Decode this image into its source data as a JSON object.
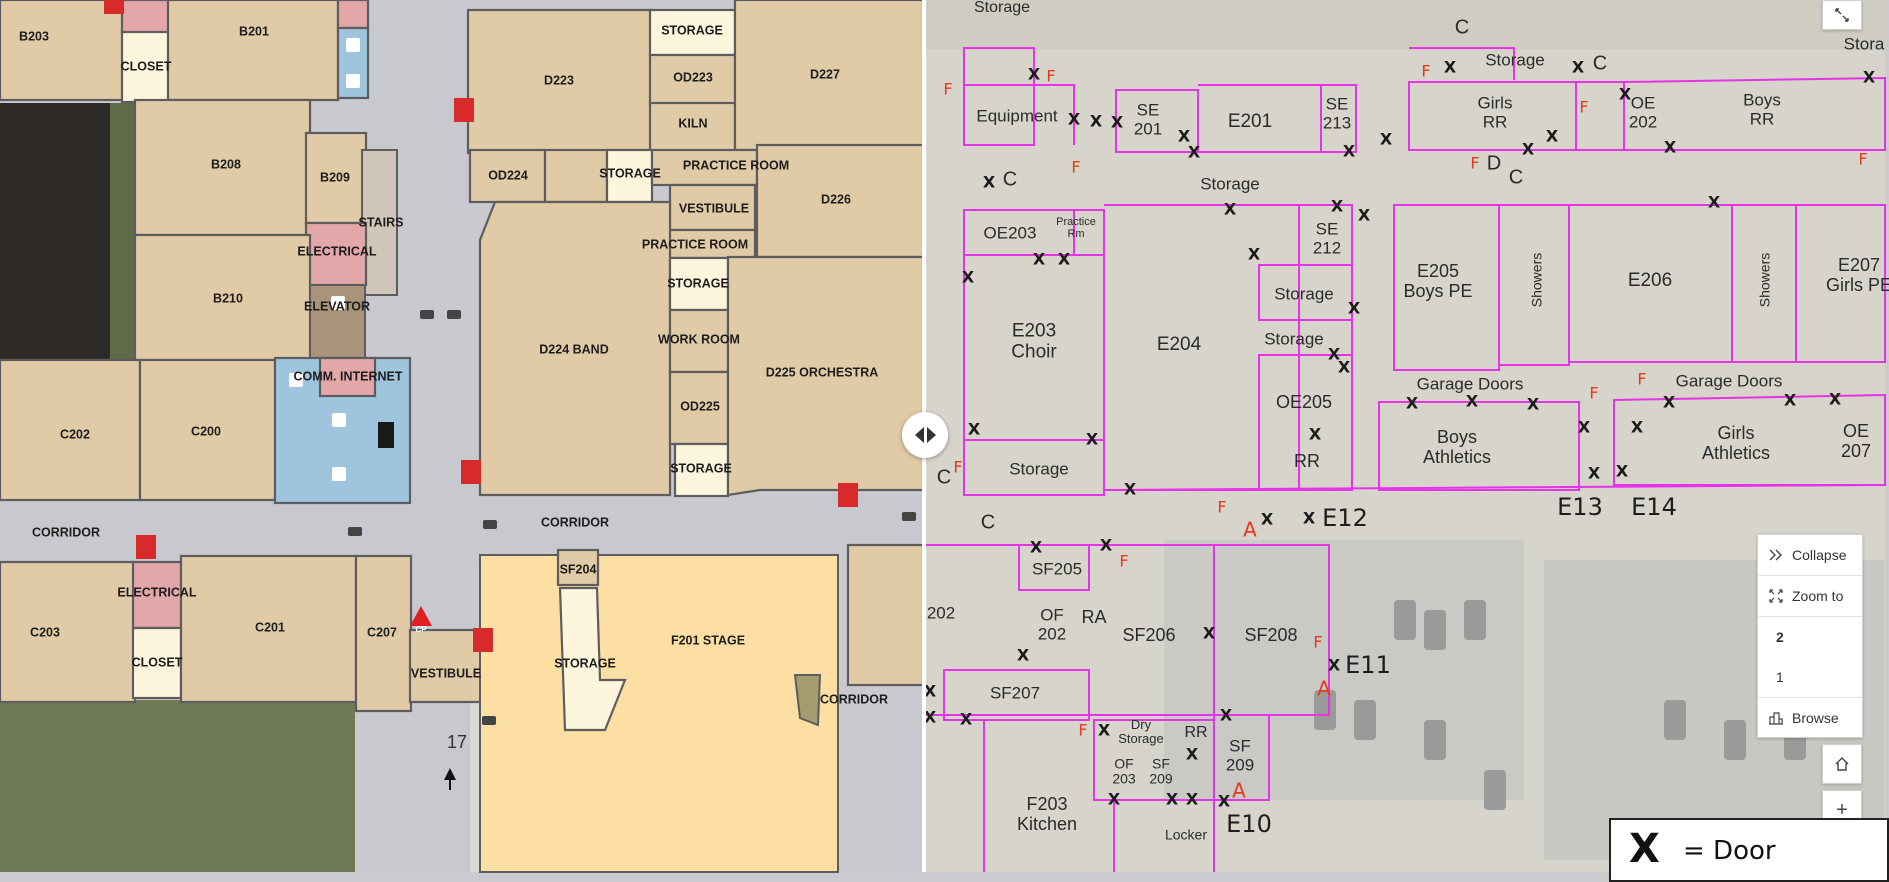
{
  "left_map": {
    "rooms": {
      "b203": "B203",
      "b201": "B201",
      "closet_b": "CLOSET",
      "b208": "B208",
      "b209": "B209",
      "stairs": "STAIRS",
      "electrical_b": "ELECTRICAL",
      "b210": "B210",
      "elevator": "ELEVATOR",
      "comm_internet": "COMM. INTERNET",
      "c202": "C202",
      "c200": "C200",
      "corridor_w": "CORRIDOR",
      "corridor_c": "CORRIDOR",
      "electrical_c": "ELECTRICAL",
      "c203": "C203",
      "c201": "C201",
      "c207": "C207",
      "closet_c": "CLOSET",
      "vestibule_s": "VESTIBULE",
      "storage_d_top": "STORAGE",
      "d223": "D223",
      "od223": "OD223",
      "kiln": "KILN",
      "d227": "D227",
      "od224": "OD224",
      "storage_d_mid": "STORAGE",
      "practice_room1": "PRACTICE ROOM",
      "d226": "D226",
      "vestibule_d": "VESTIBULE",
      "practice_room2": "PRACTICE ROOM",
      "storage_d3": "STORAGE",
      "d224_band": "D224 BAND",
      "work_room": "WORK ROOM",
      "d225_orch": "D225 ORCHESTRA",
      "od225": "OD225",
      "storage_d4": "STORAGE",
      "sf204": "SF204",
      "storage_f": "STORAGE",
      "f201_stage": "F201 STAGE",
      "corridor_e": "CORRIDOR"
    },
    "markers": {
      "cp": "CP",
      "stair_num": "17"
    }
  },
  "right_map": {
    "labels": {
      "storage_tl": "Storage",
      "equipment": "Equipment",
      "se201": "SE\n201",
      "e201": "E201",
      "se213": "SE\n213",
      "storage_top": "Storage",
      "girls_rr": "Girls\nRR",
      "oe202": "OE\n202",
      "boys_rr": "Boys\nRR",
      "storage_tr": "Stora",
      "storage_mid": "Storage",
      "oe203": "OE203",
      "practice_rm": "Practice\nRm",
      "se212": "SE\n212",
      "e205": "E205\nBoys PE",
      "showers1": "Showers",
      "e206": "E206",
      "showers2": "Showers",
      "e207": "E207\nGirls PE",
      "e203_choir": "E203\nChoir",
      "e204": "E204",
      "storage_a": "Storage",
      "storage_b": "Storage",
      "oe205": "OE205",
      "garage1": "Garage Doors",
      "garage2": "Garage Doors",
      "storage_c": "Storage",
      "rr": "RR",
      "boys_ath": "Boys\nAthletics",
      "girls_ath": "Girls\nAthletics",
      "oe207": "OE\n207",
      "e12": "E12",
      "e13": "E13",
      "e14": "E14",
      "sf205": "SF205",
      "of202": "OF\n202",
      "ra": "RA",
      "sf206": "SF206",
      "sf208": "SF208",
      "e11": "E11",
      "f202": "202",
      "sf207": "SF207",
      "dry_storage": "Dry\nStorage",
      "rr2": "RR",
      "sf209": "SF\n209",
      "of203": "OF\n203",
      "sf209b": "SF\n209",
      "f203": "F203\nKitchen",
      "locker": "Locker",
      "e10": "E10"
    },
    "letters": {
      "c": "C",
      "f": "F",
      "d": "D",
      "a": "A",
      "door_mark": "X"
    }
  },
  "controls": {
    "collapse_label": "Collapse",
    "zoom_to_label": "Zoom to",
    "floors": [
      "2",
      "1"
    ],
    "selected_floor": "2",
    "browse_label": "Browse",
    "zoom_in": "+",
    "zoom_out": "−"
  },
  "legend": {
    "symbol": "X",
    "text": "= Door"
  },
  "colors": {
    "marker_lines": "#e533e8",
    "red_marker": "#e53a1c",
    "room_fill": "#e1cba6",
    "restroom_fill": "#9fc5de",
    "utility_fill": "#e4a7a9"
  }
}
